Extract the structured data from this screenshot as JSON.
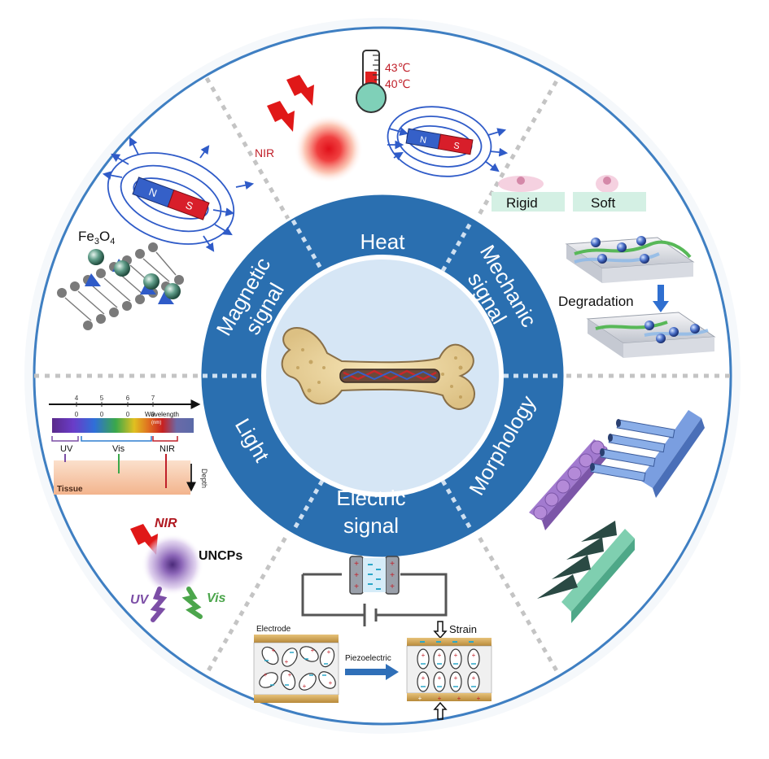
{
  "colors": {
    "ring_blue": "#2a6fb0",
    "outer_border": "#3f7fc2",
    "center_fill": "#d6e6f5",
    "divider": "#bdbdbd",
    "red_accent": "#c0202a",
    "uv_purple": "#7c4ea6",
    "vis_green": "#4ca64c",
    "tissue": "#f3b48d"
  },
  "inner_ring": {
    "heat": "Heat",
    "mechanic_1": "Mechanic",
    "mechanic_2": "signal",
    "morphology": "Morphology",
    "electric_1": "Electric",
    "electric_2": "signal",
    "light": "Light",
    "magnetic_1": "Magnetic",
    "magnetic_2": "signal"
  },
  "heat": {
    "nir": "NIR",
    "temp_high": "43℃",
    "temp_low": "40℃",
    "magnet_n": "N",
    "magnet_s": "S"
  },
  "mechanic": {
    "rigid": "Rigid",
    "soft": "Soft",
    "degradation": "Degradation"
  },
  "magnetic": {
    "fe3o4_main": "Fe",
    "fe3o4_sub1": "3",
    "fe3o4_o": "O",
    "fe3o4_sub2": "4",
    "magnet_n": "N",
    "magnet_s": "S"
  },
  "light": {
    "ticks": [
      "4",
      "5",
      "6",
      "7"
    ],
    "tick_zero": "0",
    "wavelength": "Wavelength",
    "unit": "(nm)",
    "uv": "UV",
    "vis": "Vis",
    "nir": "NIR",
    "tissue": "Tissue",
    "depth": "Depth",
    "nir_top": "NIR",
    "uncps": "UNCPs",
    "uv_emit": "UV",
    "vis_emit": "Vis"
  },
  "electric": {
    "electrode": "Electrode",
    "piezoelectric": "Piezoelectric",
    "strain": "Strain"
  }
}
